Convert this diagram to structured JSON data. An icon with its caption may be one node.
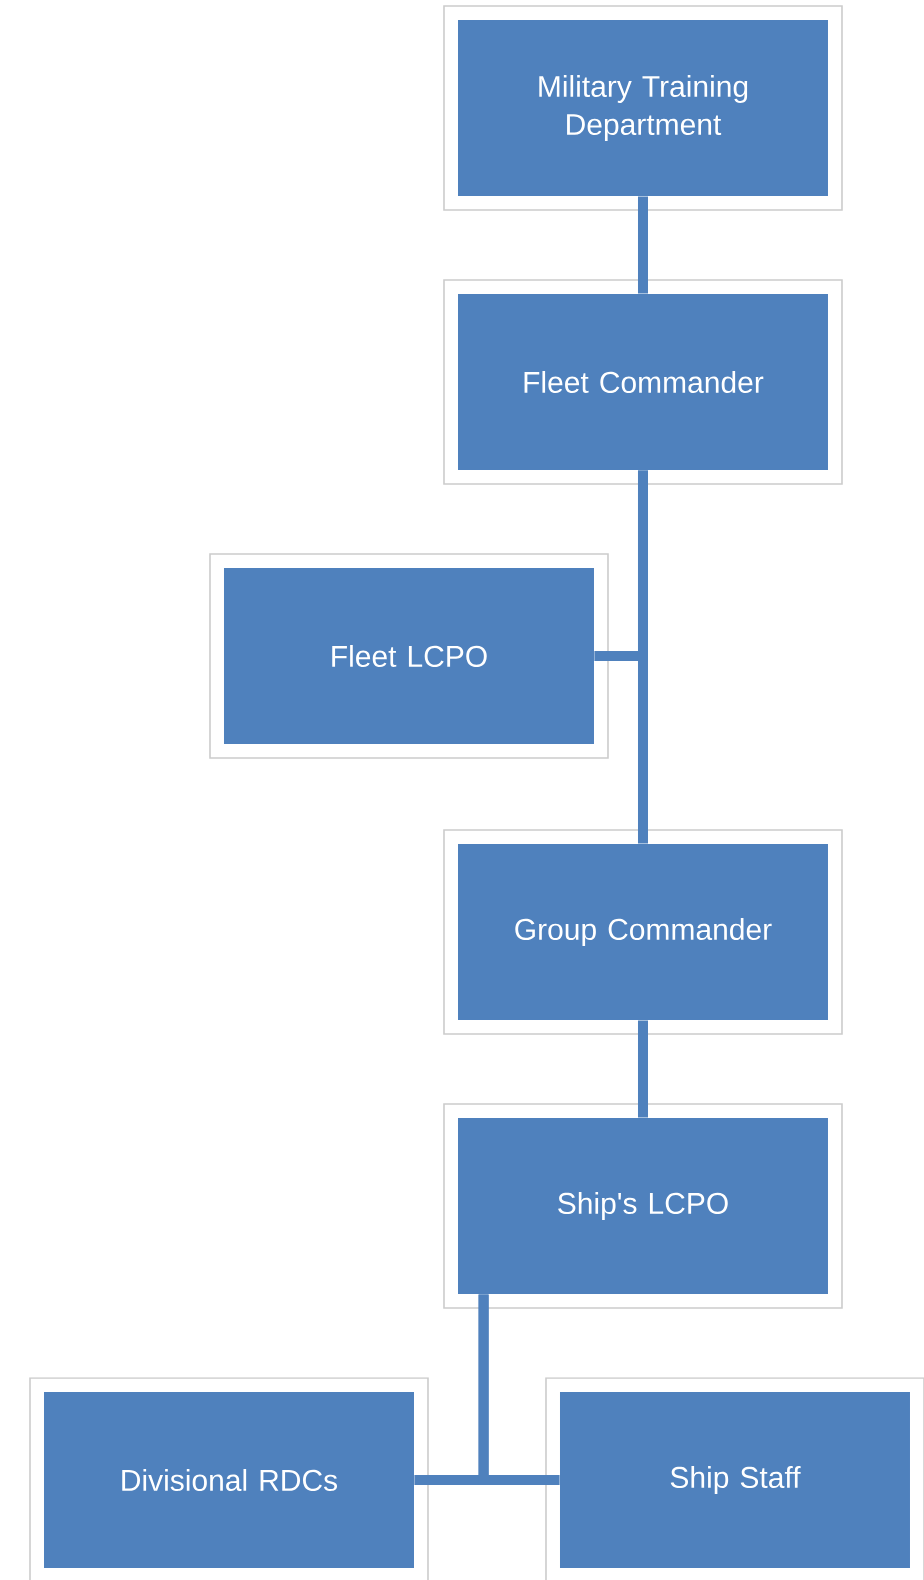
{
  "diagram": {
    "nodes": [
      {
        "text": [
          "Military Training Department"
        ]
      },
      {
        "text": [
          "Fleet Commander"
        ]
      },
      {
        "text": [
          "Fleet LCPO"
        ]
      },
      {
        "text": [
          "Group Commander"
        ]
      },
      {
        "text": [
          "Ship's LCPO"
        ]
      },
      {
        "text": [
          "Divisional RDCs"
        ]
      },
      {
        "text": [
          "Ship Staff"
        ]
      }
    ],
    "edges": [
      {
        "from": 0,
        "to": 1,
        "arrow": "none"
      },
      {
        "from": 1,
        "to": 3,
        "arrow": "none"
      },
      {
        "from": 1,
        "to": 2,
        "arrow": "none"
      },
      {
        "from": 3,
        "to": 4,
        "arrow": "none"
      },
      {
        "from": 4,
        "to": 5,
        "arrow": "none"
      },
      {
        "from": 4,
        "to": 6,
        "arrow": "none"
      }
    ]
  }
}
